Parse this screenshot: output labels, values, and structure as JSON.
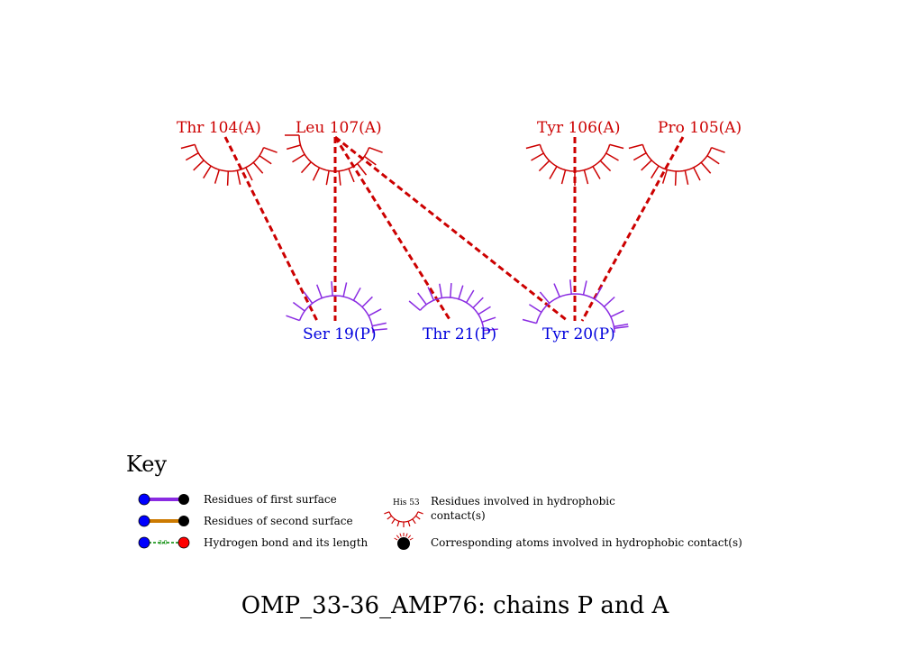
{
  "residues_chain_A": [
    {
      "id": "thr104",
      "label": "Thr 104(A)"
    },
    {
      "id": "leu107",
      "label": "Leu 107(A)"
    },
    {
      "id": "tyr106",
      "label": "Tyr 106(A)"
    },
    {
      "id": "pro105",
      "label": "Pro 105(A)"
    }
  ],
  "residues_chain_P": [
    {
      "id": "ser19",
      "label": "Ser 19(P)"
    },
    {
      "id": "thr21",
      "label": "Thr 21(P)"
    },
    {
      "id": "tyr20",
      "label": "Tyr 20(P)"
    }
  ],
  "hydrophobic_contacts": [
    [
      "thr104",
      "ser19"
    ],
    [
      "leu107",
      "ser19"
    ],
    [
      "leu107",
      "thr21"
    ],
    [
      "leu107",
      "tyr20"
    ],
    [
      "tyr106",
      "tyr20"
    ],
    [
      "pro105",
      "tyr20"
    ]
  ],
  "colors": {
    "chain_A": "#cc0000",
    "chain_P": "#0000dd",
    "chain_P_arc": "#8a2be2",
    "contact_line": "#cc0000",
    "first_surface": "#8a2be2",
    "second_surface": "#cc7a00",
    "hbond": "#008800"
  },
  "key": {
    "title": "Key",
    "first_surface": "Residues of first surface",
    "second_surface": "Residues of second surface",
    "hbond": "Hydrogen bond and its length",
    "hbond_length": "3.0",
    "hydrophobic_line1": "Residues involved in hydrophobic",
    "hydrophobic_line2": "contact(s)",
    "hydrophobic_example": "His 53",
    "atoms": "Corresponding atoms involved in hydrophobic contact(s)"
  },
  "title": "OMP_33-36_AMP76: chains P and A"
}
